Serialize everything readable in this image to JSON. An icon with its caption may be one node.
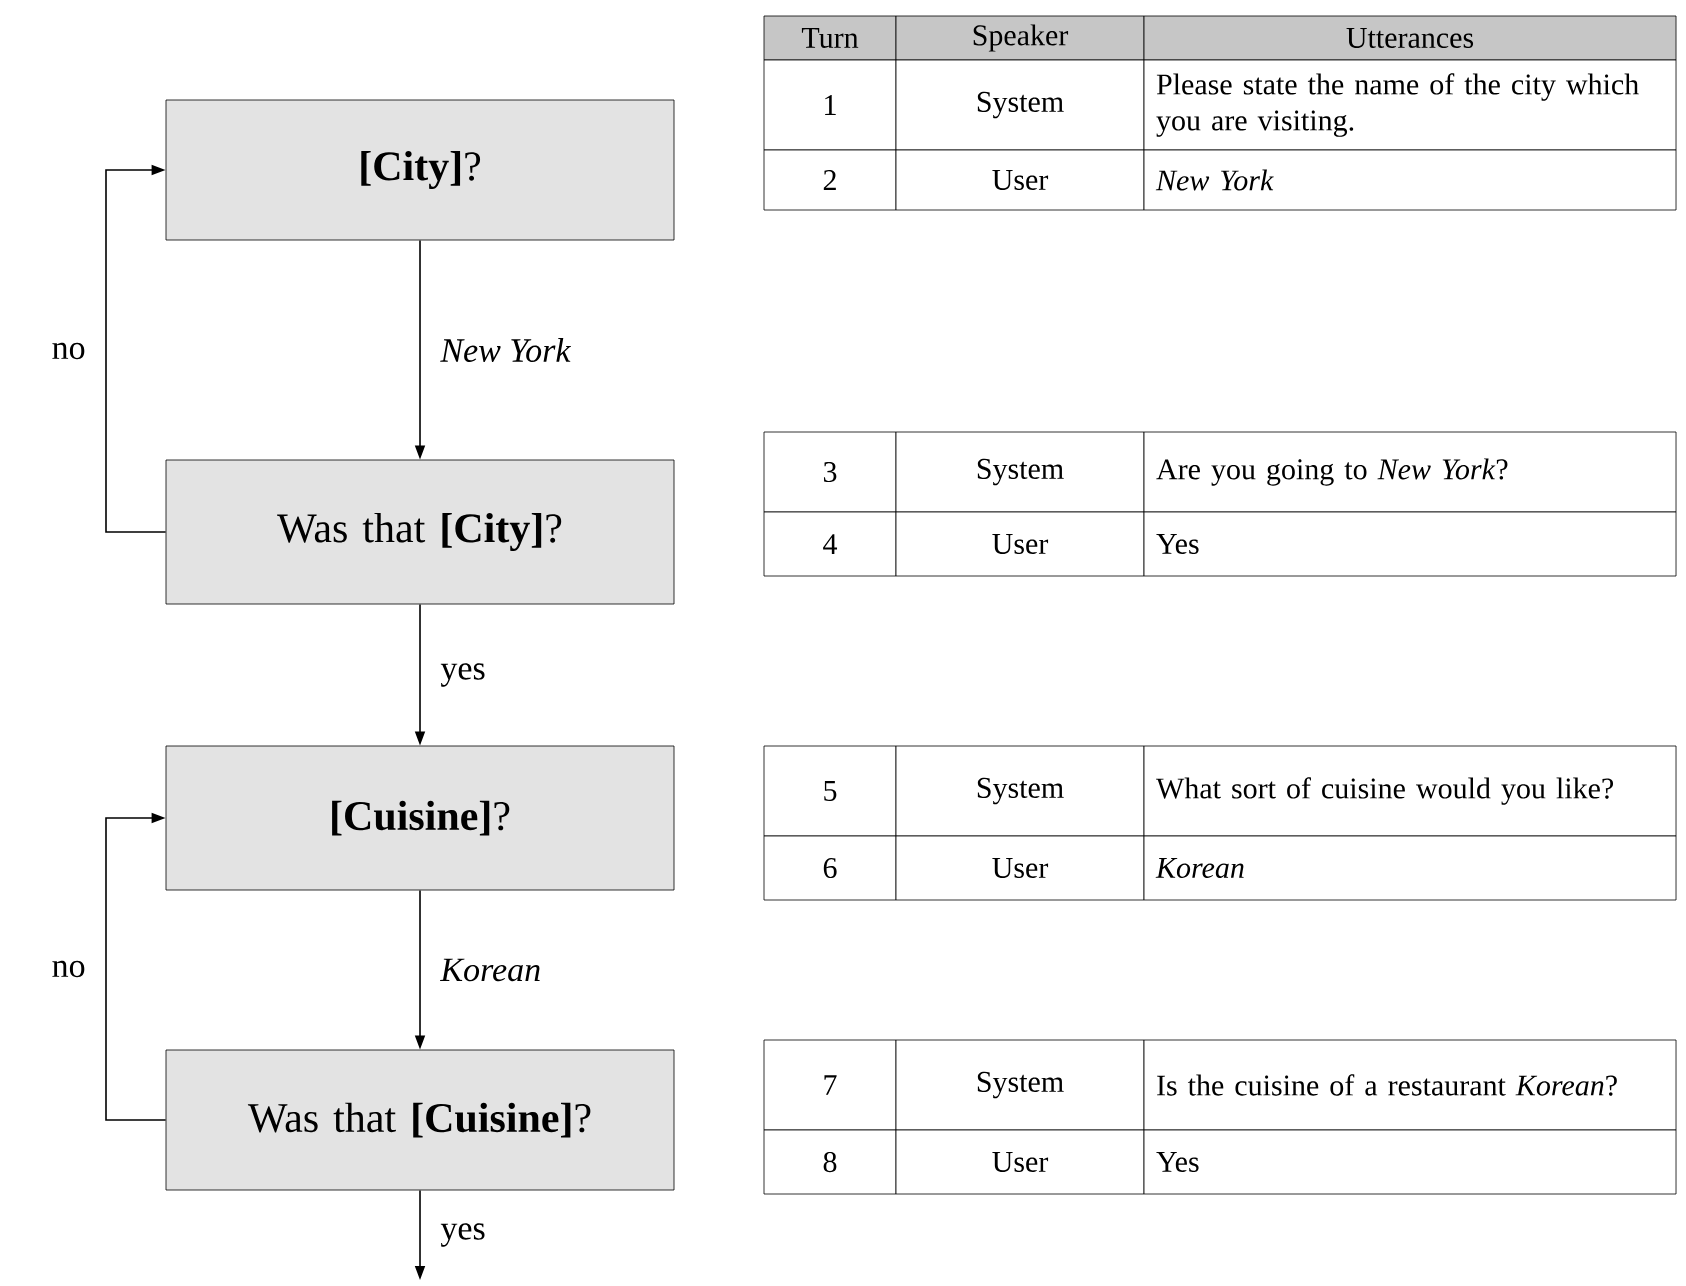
{
  "diagram": {
    "nodes": [
      {
        "text": [
          "**[City]**?"
        ]
      },
      {
        "text": [
          "Was that **[City]**?"
        ]
      },
      {
        "text": [
          "**[Cuisine]**?"
        ]
      },
      {
        "text": [
          "Was that **[Cuisine]**?"
        ]
      }
    ],
    "edges": [
      {
        "from": 0,
        "to": 1,
        "arrow": "to",
        "label": "*New York*"
      },
      {
        "from": 1,
        "to": 0,
        "arrow": "to",
        "label": "no"
      },
      {
        "from": 1,
        "to": 2,
        "arrow": "to",
        "label": "yes"
      },
      {
        "from": 2,
        "to": 3,
        "arrow": "to",
        "label": "*Korean*"
      },
      {
        "from": 3,
        "to": 2,
        "arrow": "to",
        "label": "no"
      },
      {
        "from": 3,
        "to": null,
        "arrow": "to",
        "label": "yes"
      }
    ],
    "labels": [
      "Turn",
      "Speaker",
      "Utterances",
      "1",
      "System",
      "Please state the name of the city which you are visiting.",
      "2",
      "User",
      "*New York*",
      "3",
      "System",
      "Are you going to *New York*?",
      "4",
      "User",
      "Yes",
      "5",
      "System",
      "What sort of cuisine would you like?",
      "6",
      "User",
      "*Korean*",
      "7",
      "System",
      "Is the cuisine of a restaurant *Korean*?",
      "8",
      "User",
      "Yes"
    ]
  }
}
